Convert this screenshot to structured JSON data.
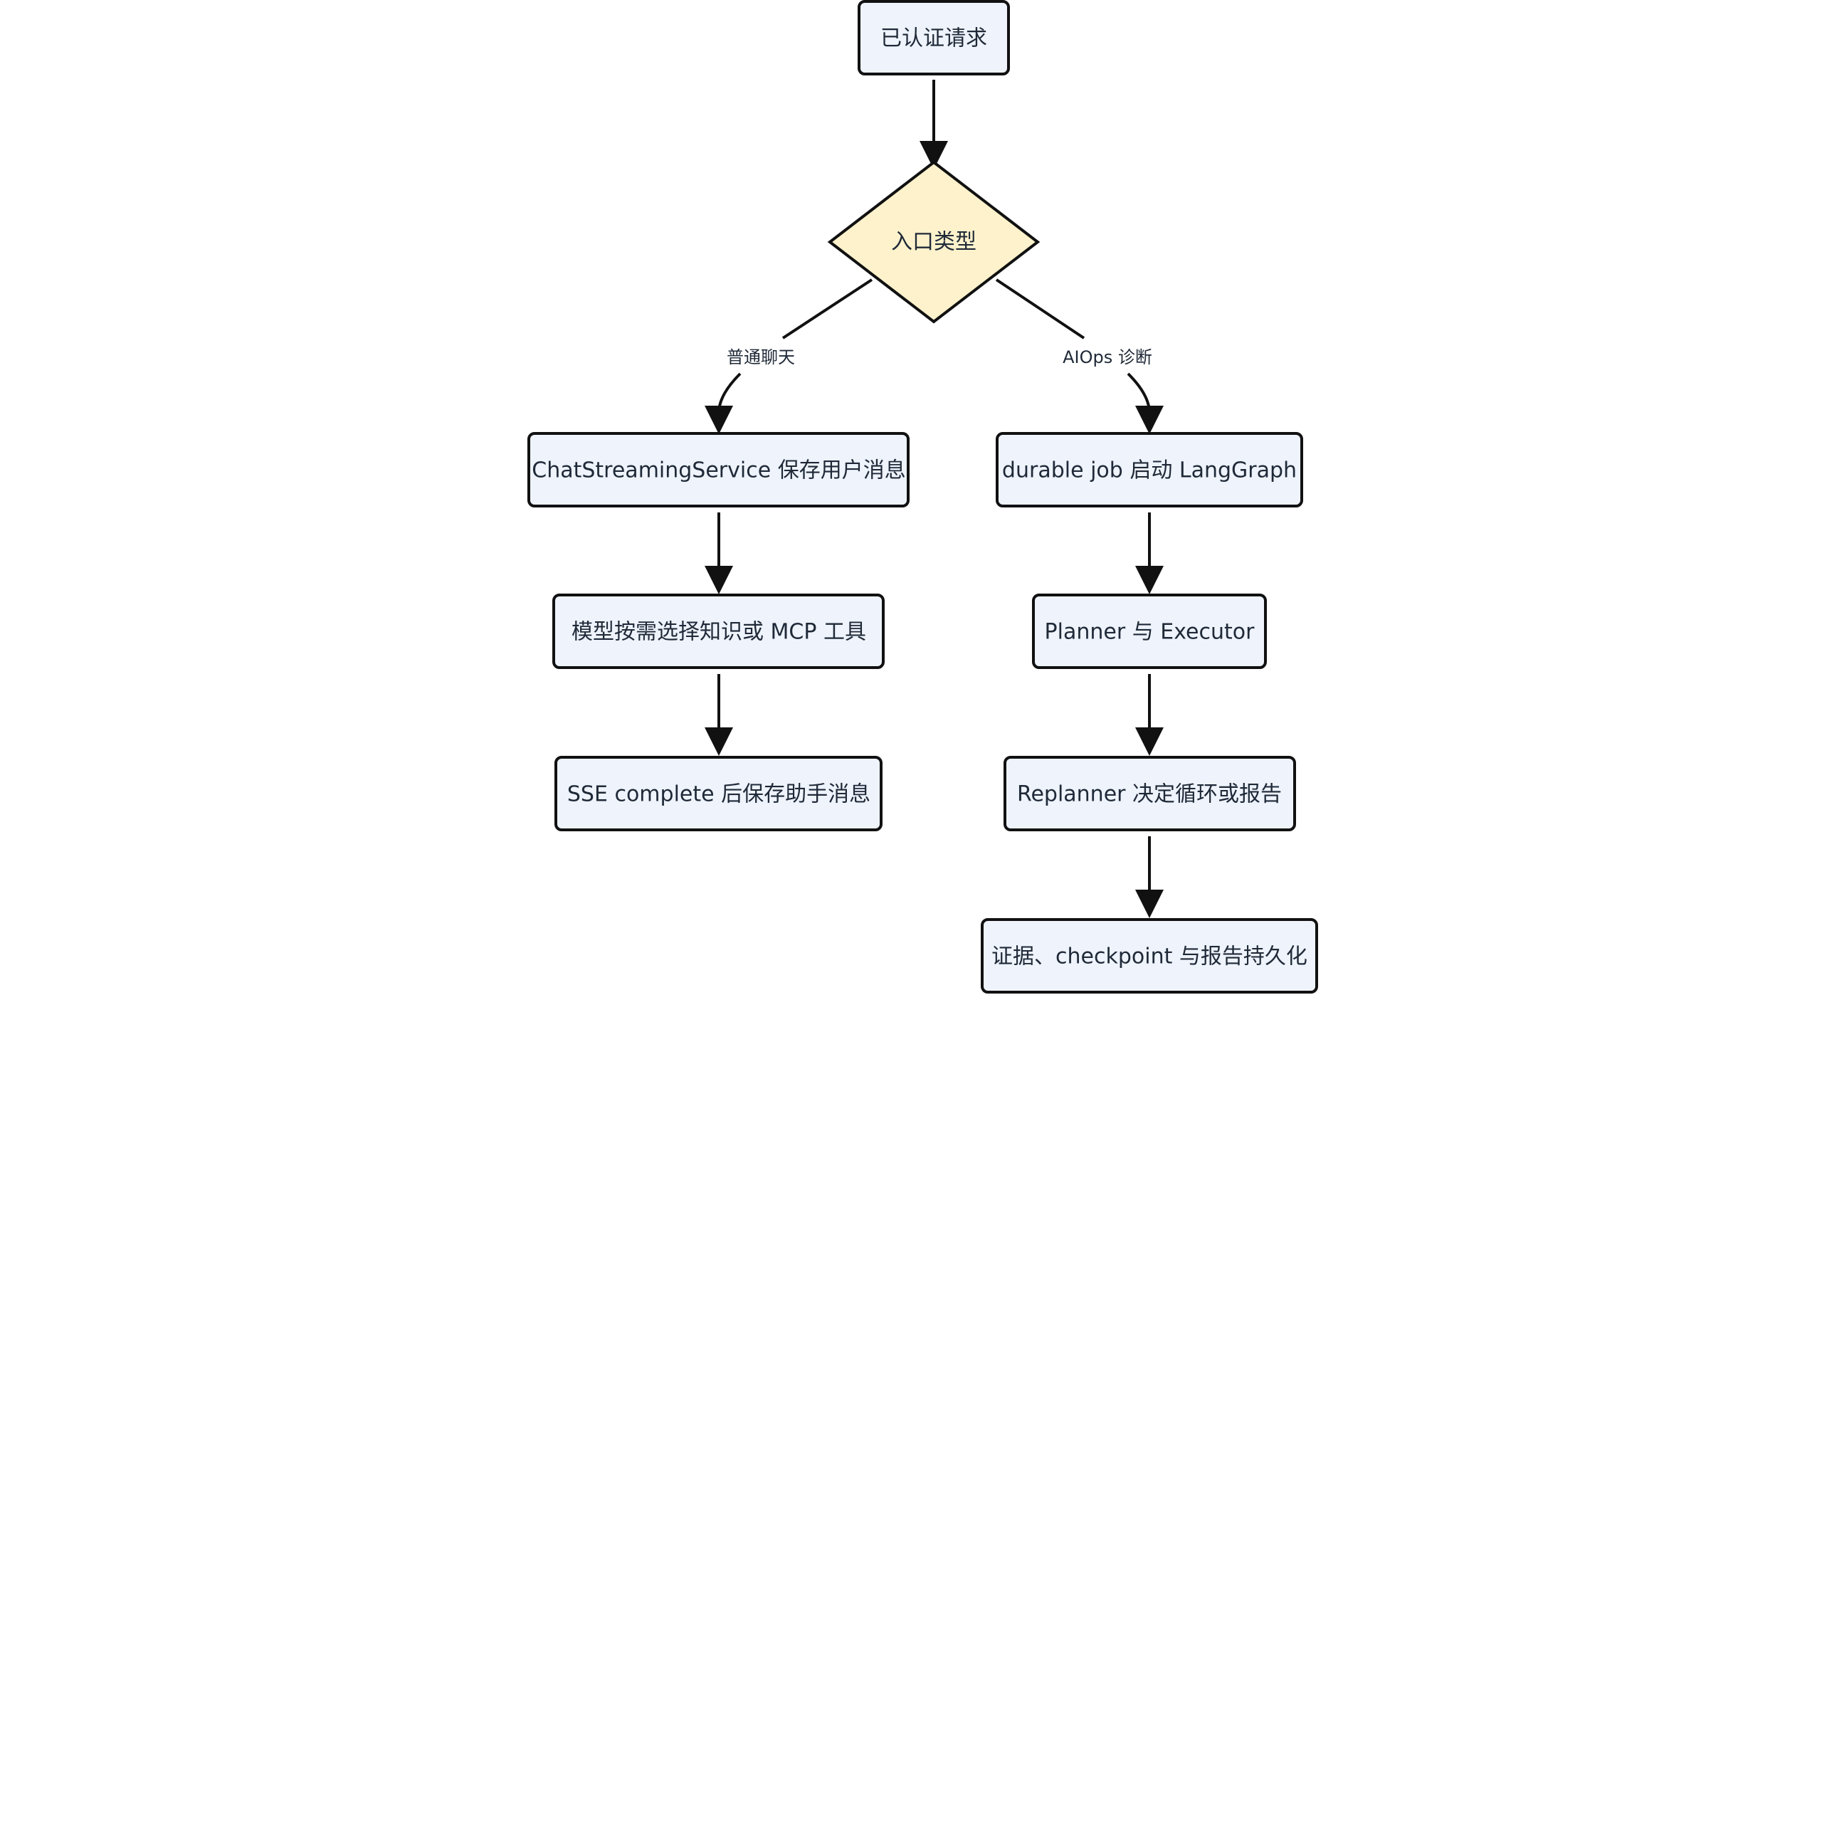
{
  "colors": {
    "process_fill": "#eef3fc",
    "decision_fill": "#fdf2cc",
    "stroke": "#111111",
    "text": "#1f2937"
  },
  "nodes": {
    "start": "已认证请求",
    "decision": "入口类型",
    "chat_save": "ChatStreamingService 保存用户消息",
    "chat_tools": "模型按需选择知识或 MCP 工具",
    "chat_complete": "SSE complete 后保存助手消息",
    "aiops_job": "durable job 启动 LangGraph",
    "aiops_planner": "Planner 与 Executor",
    "aiops_replanner": "Replanner 决定循环或报告",
    "aiops_persist": "证据、checkpoint 与报告持久化"
  },
  "edge_labels": {
    "chat": "普通聊天",
    "aiops": "AIOps 诊断"
  }
}
